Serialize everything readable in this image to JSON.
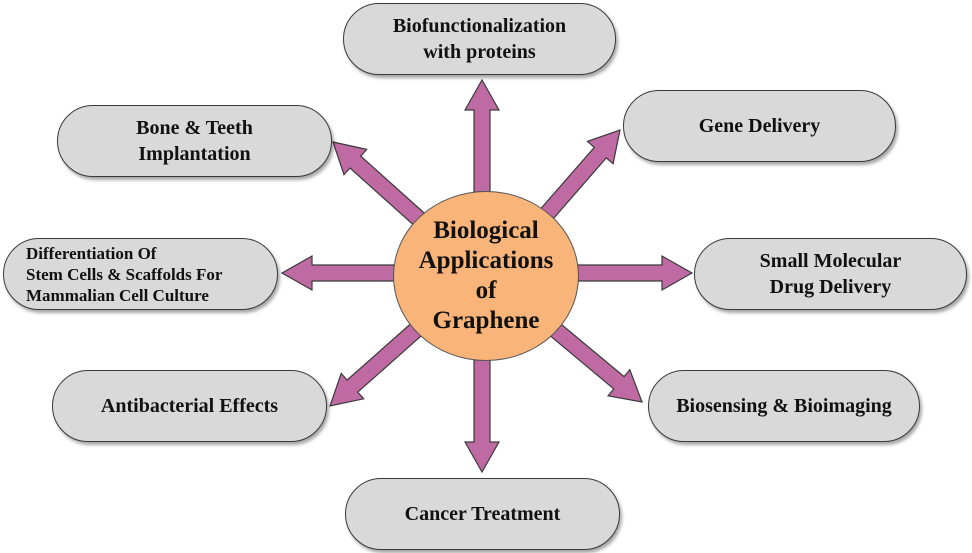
{
  "center": {
    "label": "Biological\nApplications\nof\nGraphene",
    "fill": "#f9b47a"
  },
  "arrow_color": "#c06aa4",
  "box_fill": "#d9d9d9",
  "applications": [
    {
      "id": "biofunctionalization",
      "label": "Biofunctionalization\nwith proteins",
      "direction": "north"
    },
    {
      "id": "gene-delivery",
      "label": "Gene Delivery",
      "direction": "north-east"
    },
    {
      "id": "small-molecular-drug-delivery",
      "label": "Small Molecular\nDrug Delivery",
      "direction": "east"
    },
    {
      "id": "biosensing-bioimaging",
      "label": "Biosensing & Bioimaging",
      "direction": "south-east"
    },
    {
      "id": "cancer-treatment",
      "label": "Cancer Treatment",
      "direction": "south"
    },
    {
      "id": "antibacterial-effects",
      "label": "Antibacterial Effects",
      "direction": "south-west"
    },
    {
      "id": "stem-cells-scaffolds",
      "label": "Differentiation Of\nStem Cells & Scaffolds For\nMammalian Cell Culture",
      "direction": "west"
    },
    {
      "id": "bone-teeth-implantation",
      "label": "Bone & Teeth\nImplantation",
      "direction": "north-west"
    }
  ]
}
